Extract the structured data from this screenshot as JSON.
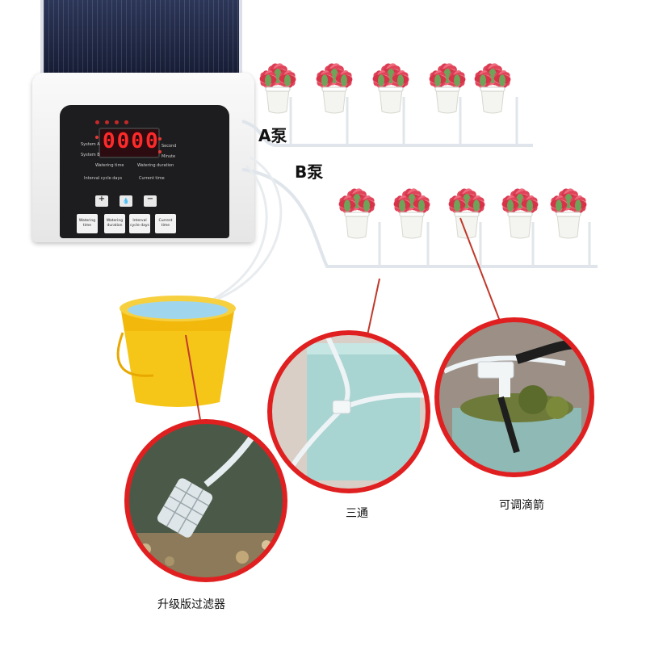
{
  "device": {
    "display_digits": "0000",
    "status_labels": {
      "system_a": "System A",
      "system_b": "System B",
      "second": "Second",
      "minute": "Minute",
      "watering_time": "Watering time",
      "watering_duration": "Watering duration",
      "interval_cycle_days": "Interval cycle days",
      "current_time": "Current time"
    },
    "keys": {
      "plus": "+",
      "minus": "−"
    },
    "buttons": [
      {
        "label": "Watering time"
      },
      {
        "label": "Watering duration"
      },
      {
        "label": "Interval cycle days"
      },
      {
        "label": "Current time"
      }
    ]
  },
  "pump_labels": {
    "a": "A泵",
    "b": "B泵"
  },
  "callouts": {
    "filter": "升级版过滤器",
    "tee": "三通",
    "dripper": "可调滴箭"
  },
  "colors": {
    "accent_red": "#e02020",
    "bucket_yellow": "#f5c518",
    "display_red": "#ff2a2a"
  }
}
